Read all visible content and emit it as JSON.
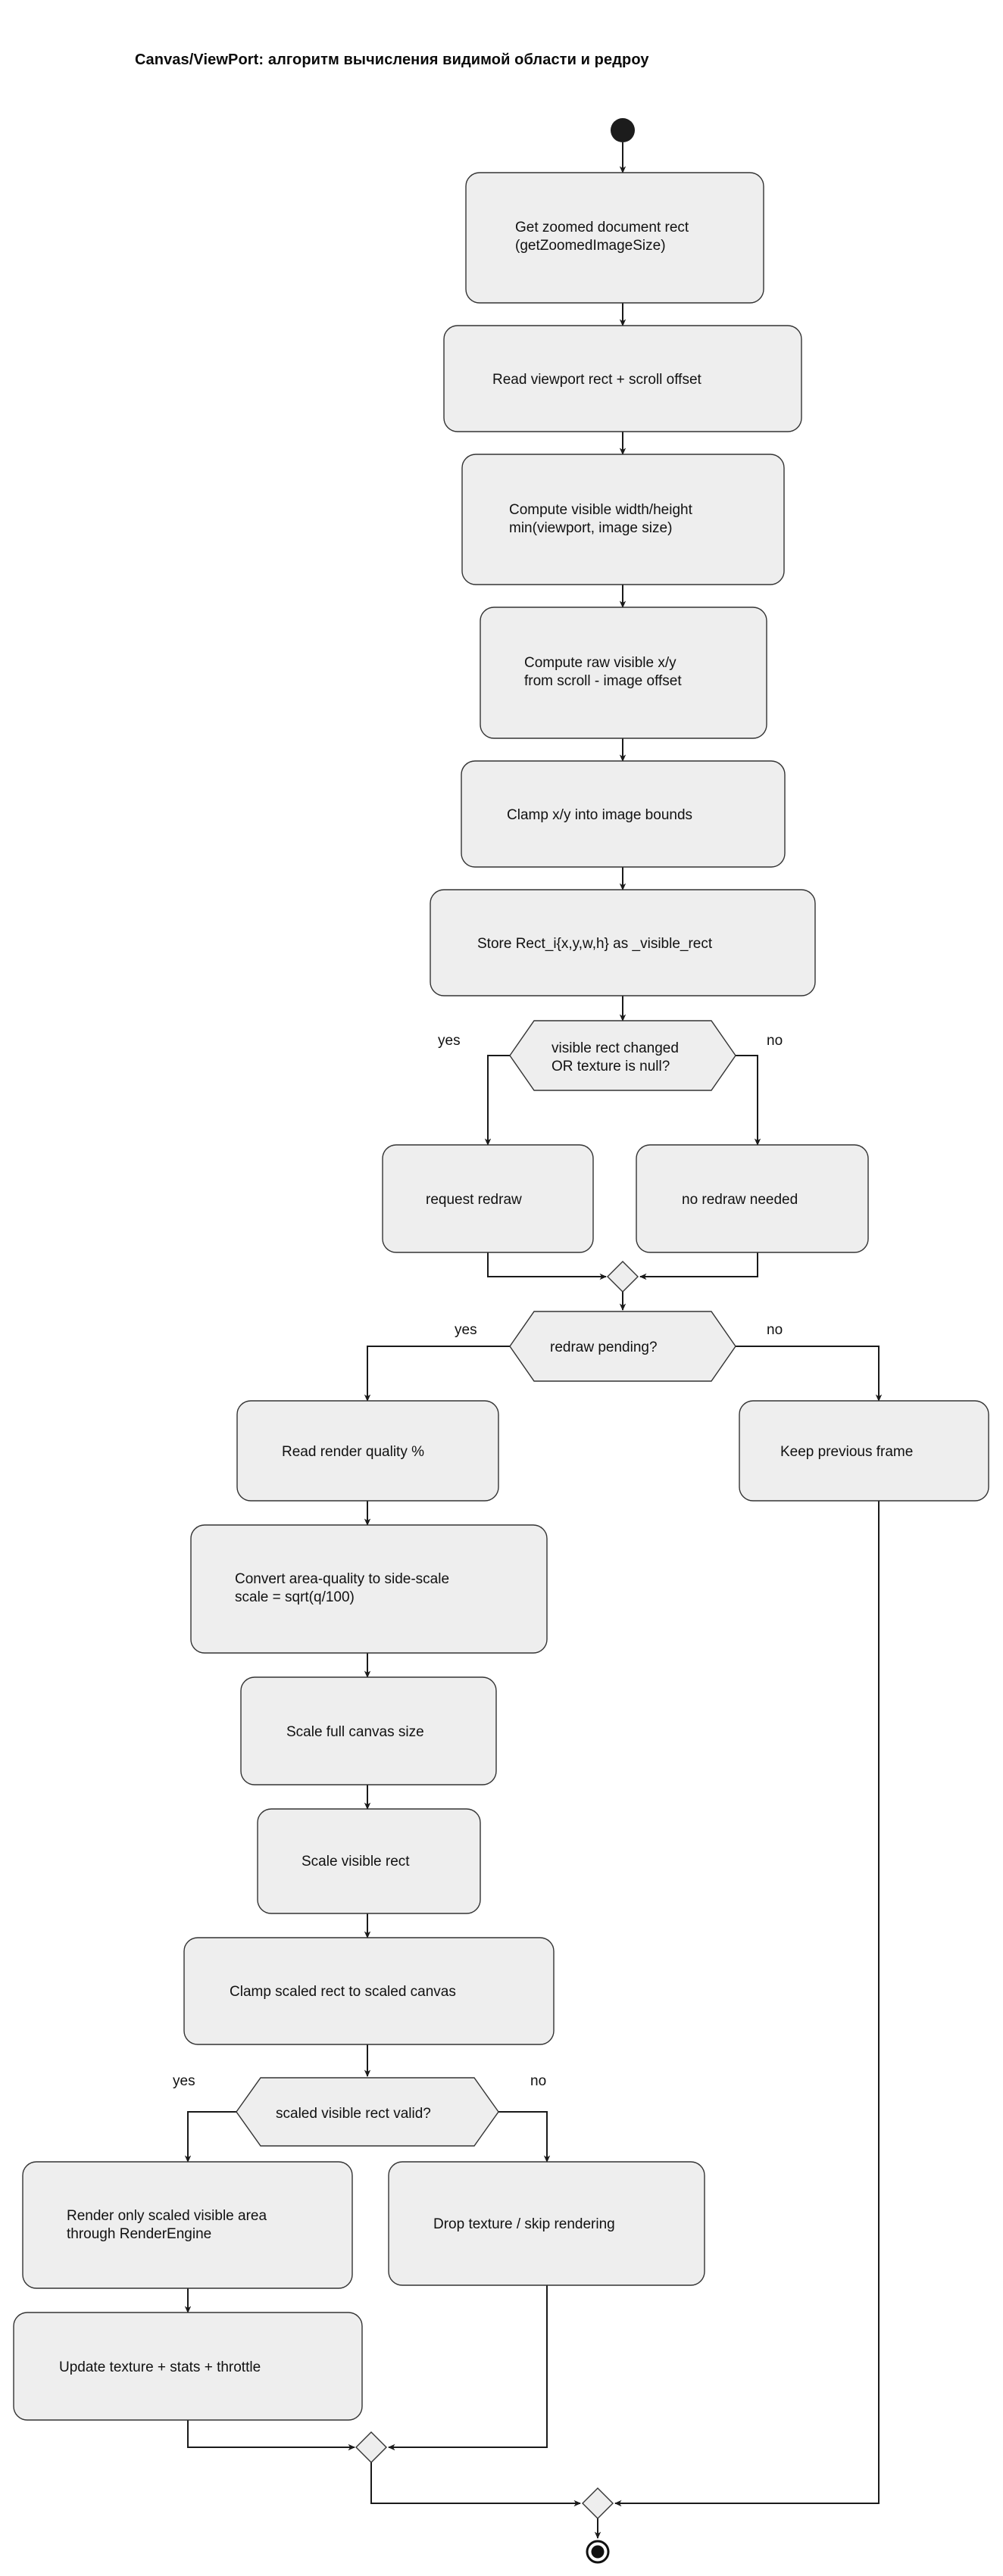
{
  "title": "Canvas/ViewPort: алгоритм вычисления видимой области и редроу",
  "colors": {
    "node_fill": "#eeeeee",
    "node_stroke": "#333333",
    "edge_stroke": "#1a1a1a",
    "text": "#111111",
    "background": "#ffffff",
    "terminal_fill": "#1c1c1c"
  },
  "chart_data": {
    "type": "diagram",
    "diagram_kind": "activity-flowchart",
    "title": "Canvas/ViewPort: алгоритм вычисления видимой области и редроу",
    "nodes": [
      {
        "id": "start",
        "kind": "start",
        "label": ""
      },
      {
        "id": "n1",
        "kind": "action",
        "label": "Get zoomed document rect\n(getZoomedImageSize)"
      },
      {
        "id": "n2",
        "kind": "action",
        "label": "Read viewport rect + scroll offset"
      },
      {
        "id": "n3",
        "kind": "action",
        "label": "Compute visible width/height\nmin(viewport, image size)"
      },
      {
        "id": "n4",
        "kind": "action",
        "label": "Compute raw visible x/y\nfrom scroll - image offset"
      },
      {
        "id": "n5",
        "kind": "action",
        "label": "Clamp x/y into image bounds"
      },
      {
        "id": "n6",
        "kind": "action",
        "label": "Store Rect_i{x,y,w,h} as _visible_rect"
      },
      {
        "id": "d1",
        "kind": "decision",
        "label": "visible rect changed\nOR texture is null?"
      },
      {
        "id": "n7",
        "kind": "action",
        "label": "request redraw"
      },
      {
        "id": "n8",
        "kind": "action",
        "label": "no redraw needed"
      },
      {
        "id": "m1",
        "kind": "merge",
        "label": ""
      },
      {
        "id": "d2",
        "kind": "decision",
        "label": "redraw pending?"
      },
      {
        "id": "n9",
        "kind": "action",
        "label": "Read render quality %"
      },
      {
        "id": "n10",
        "kind": "action",
        "label": "Keep previous frame"
      },
      {
        "id": "n11",
        "kind": "action",
        "label": "Convert area-quality to side-scale\nscale = sqrt(q/100)"
      },
      {
        "id": "n12",
        "kind": "action",
        "label": "Scale full canvas size"
      },
      {
        "id": "n13",
        "kind": "action",
        "label": "Scale visible rect"
      },
      {
        "id": "n14",
        "kind": "action",
        "label": "Clamp scaled rect to scaled canvas"
      },
      {
        "id": "d3",
        "kind": "decision",
        "label": "scaled visible rect valid?"
      },
      {
        "id": "n15",
        "kind": "action",
        "label": "Render only scaled visible area\nthrough RenderEngine"
      },
      {
        "id": "n16",
        "kind": "action",
        "label": "Drop texture / skip rendering"
      },
      {
        "id": "n17",
        "kind": "action",
        "label": "Update texture + stats + throttle"
      },
      {
        "id": "m2",
        "kind": "merge",
        "label": ""
      },
      {
        "id": "m3",
        "kind": "merge",
        "label": ""
      },
      {
        "id": "end",
        "kind": "end",
        "label": ""
      }
    ],
    "edges": [
      {
        "from": "start",
        "to": "n1",
        "label": ""
      },
      {
        "from": "n1",
        "to": "n2",
        "label": ""
      },
      {
        "from": "n2",
        "to": "n3",
        "label": ""
      },
      {
        "from": "n3",
        "to": "n4",
        "label": ""
      },
      {
        "from": "n4",
        "to": "n5",
        "label": ""
      },
      {
        "from": "n5",
        "to": "n6",
        "label": ""
      },
      {
        "from": "n6",
        "to": "d1",
        "label": ""
      },
      {
        "from": "d1",
        "to": "n7",
        "label": "yes"
      },
      {
        "from": "d1",
        "to": "n8",
        "label": "no"
      },
      {
        "from": "n7",
        "to": "m1",
        "label": ""
      },
      {
        "from": "n8",
        "to": "m1",
        "label": ""
      },
      {
        "from": "m1",
        "to": "d2",
        "label": ""
      },
      {
        "from": "d2",
        "to": "n9",
        "label": "yes"
      },
      {
        "from": "d2",
        "to": "n10",
        "label": "no"
      },
      {
        "from": "n9",
        "to": "n11",
        "label": ""
      },
      {
        "from": "n11",
        "to": "n12",
        "label": ""
      },
      {
        "from": "n12",
        "to": "n13",
        "label": ""
      },
      {
        "from": "n13",
        "to": "n14",
        "label": ""
      },
      {
        "from": "n14",
        "to": "d3",
        "label": ""
      },
      {
        "from": "d3",
        "to": "n15",
        "label": "yes"
      },
      {
        "from": "d3",
        "to": "n16",
        "label": "no"
      },
      {
        "from": "n15",
        "to": "n17",
        "label": ""
      },
      {
        "from": "n17",
        "to": "m2",
        "label": ""
      },
      {
        "from": "n16",
        "to": "m2",
        "label": ""
      },
      {
        "from": "m2",
        "to": "m3",
        "label": ""
      },
      {
        "from": "n10",
        "to": "m3",
        "label": ""
      },
      {
        "from": "m3",
        "to": "end",
        "label": ""
      }
    ],
    "edge_labels": [
      "yes",
      "no",
      "yes",
      "no",
      "yes",
      "no"
    ]
  },
  "nodes": {
    "n1_line1": "Get zoomed document rect",
    "n1_line2": "(getZoomedImageSize)",
    "n2_line1": "Read viewport rect + scroll offset",
    "n3_line1": "Compute visible width/height",
    "n3_line2": "min(viewport, image size)",
    "n4_line1": "Compute raw visible x/y",
    "n4_line2": "from scroll - image offset",
    "n5_line1": "Clamp x/y into image bounds",
    "n6_line1": "Store Rect_i{x,y,w,h} as _visible_rect",
    "d1_line1": "visible rect changed",
    "d1_line2": "OR texture is null?",
    "n7_line1": "request redraw",
    "n8_line1": "no redraw needed",
    "d2_line1": "redraw pending?",
    "n9_line1": "Read render quality %",
    "n10_line1": "Keep previous frame",
    "n11_line1": "Convert area-quality to side-scale",
    "n11_line2": "scale = sqrt(q/100)",
    "n12_line1": "Scale full canvas size",
    "n13_line1": "Scale visible rect",
    "n14_line1": "Clamp scaled rect to scaled canvas",
    "d3_line1": "scaled visible rect valid?",
    "n15_line1": "Render only scaled visible area",
    "n15_line2": "through RenderEngine",
    "n16_line1": "Drop texture / skip rendering",
    "n17_line1": "Update texture + stats + throttle"
  },
  "edge_labels": {
    "d1_yes": "yes",
    "d1_no": "no",
    "d2_yes": "yes",
    "d2_no": "no",
    "d3_yes": "yes",
    "d3_no": "no"
  }
}
